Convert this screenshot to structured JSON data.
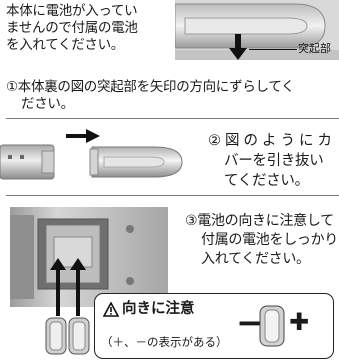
{
  "top_note": {
    "lines": [
      "本体に電池が入ってい",
      "ませんので付属の電池",
      "を入れてください。"
    ]
  },
  "step1": {
    "callout_label": "突起部",
    "lines": [
      "①本体裏の図の突起部を矢印の方向にずらしてく",
      "ださい。"
    ]
  },
  "step2": {
    "lines": [
      "② 図 の よ う に カ",
      "バーを引き抜い",
      "てください。"
    ]
  },
  "step3": {
    "lines": [
      "③電池の向きに注意して",
      "付属の電池をしっかり",
      "入れてください。"
    ]
  },
  "caution": {
    "title": "向きに注意",
    "note": "（＋、－の表示がある）",
    "icon": "warning-triangle-icon",
    "minus": "−",
    "plus": "✚"
  }
}
